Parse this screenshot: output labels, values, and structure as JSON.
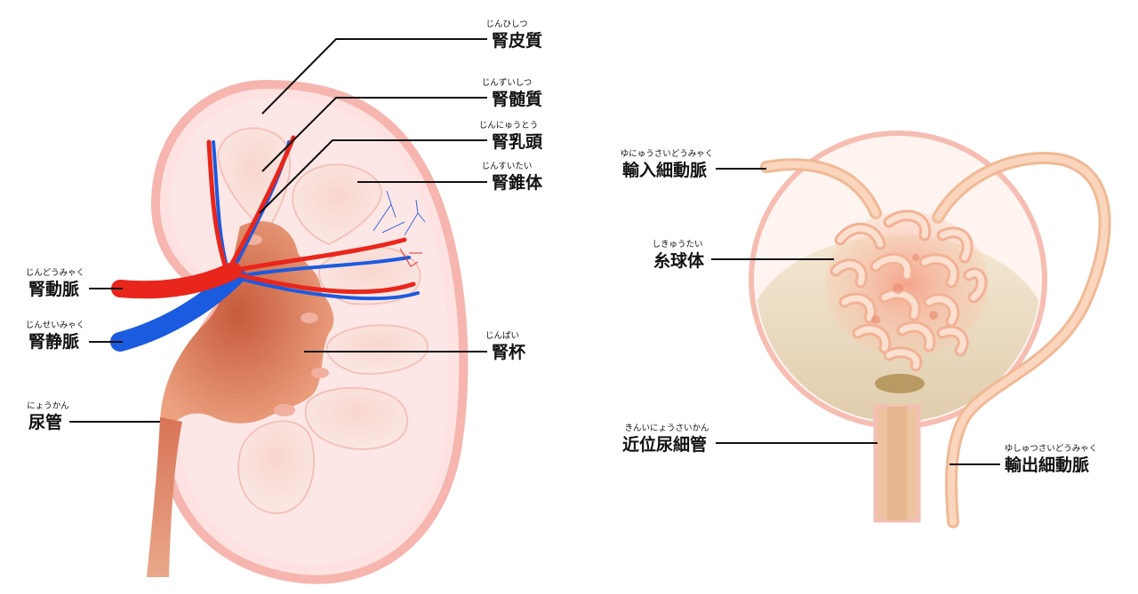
{
  "kidney": {
    "labels": {
      "cortex": {
        "text": "腎皮質",
        "ruby": "じんひしつ"
      },
      "medulla": {
        "text": "腎髄質",
        "ruby": "じんずいしつ"
      },
      "papilla": {
        "text": "腎乳頭",
        "ruby": "じんにゅうとう"
      },
      "pyramid": {
        "text": "腎錐体",
        "ruby": "じんすいたい"
      },
      "renal_artery": {
        "text": "腎動脈",
        "ruby": "じんどうみゃく"
      },
      "renal_vein": {
        "text": "腎静脈",
        "ruby": "じんせいみゃく"
      },
      "calyx": {
        "text": "腎杯",
        "ruby": "じんぱい"
      },
      "ureter": {
        "text": "尿管",
        "ruby": "にょうかん"
      }
    }
  },
  "nephron": {
    "labels": {
      "afferent": {
        "text": "輸入細動脈",
        "ruby": "ゆにゅうさいどうみゃく"
      },
      "glomerulus": {
        "text": "糸球体",
        "ruby": "しきゅうたい"
      },
      "proximal_tubule": {
        "text": "近位尿細管",
        "ruby": "きんいにょうさいかん"
      },
      "efferent": {
        "text": "輸出細動脈",
        "ruby": "ゆしゅつさいどうみゃく"
      }
    }
  },
  "colors": {
    "capsule_outline": "#f6b9b2",
    "capsule_fill": "#fde3e2",
    "pyramid": "#f8cfc8",
    "pelvis": "#d9785a",
    "artery": "#e8261c",
    "vein": "#1b5be0",
    "tubule": "#f1c9a6",
    "bowman_fluid": "#ead8b8"
  }
}
